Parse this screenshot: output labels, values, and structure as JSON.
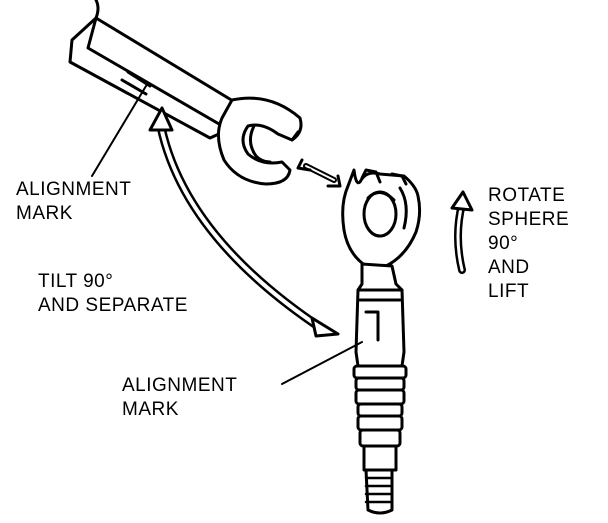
{
  "labels": {
    "upper_alignment": [
      "ALIGNMENT",
      "MARK"
    ],
    "tilt": [
      "TILT 90°",
      "AND SEPARATE"
    ],
    "lower_alignment": [
      "ALIGNMENT",
      "MARK"
    ],
    "rotate": [
      "ROTATE",
      "SPHERE",
      "90°",
      "AND",
      "LIFT"
    ]
  },
  "colors": {
    "ink": "#000000",
    "paper": "#ffffff"
  }
}
